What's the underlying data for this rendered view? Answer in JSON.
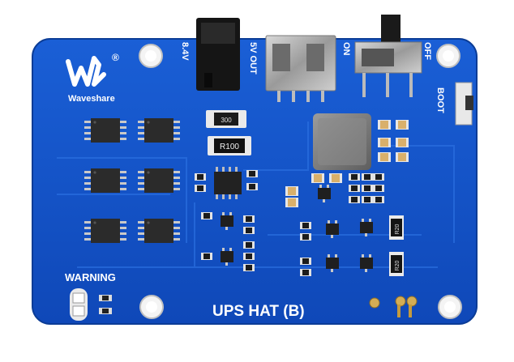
{
  "board": {
    "brand_name": "Waveshare",
    "product_name": "UPS HAT (B)",
    "warning_label": "WARNING",
    "boot_label": "BOOT",
    "label_8v4": "8.4V",
    "label_5v_out": "5V OUT",
    "switch_on": "ON",
    "switch_off": "OFF",
    "shunt_marking": "R100",
    "small_resistor_marking": "300",
    "resistor_marking_a": "R20",
    "resistor_marking_b": "R20",
    "registered_mark": "®"
  },
  "colors": {
    "pcb": "#1553c8",
    "pcb_dark": "#0c3f9e",
    "pcb_trace": "#1b62d8",
    "silkscreen": "#ffffff",
    "chip": "#2b2b2b",
    "pin": "#c9c9c9",
    "gold": "#c9a24a",
    "capacitor": "#d9b06b"
  }
}
